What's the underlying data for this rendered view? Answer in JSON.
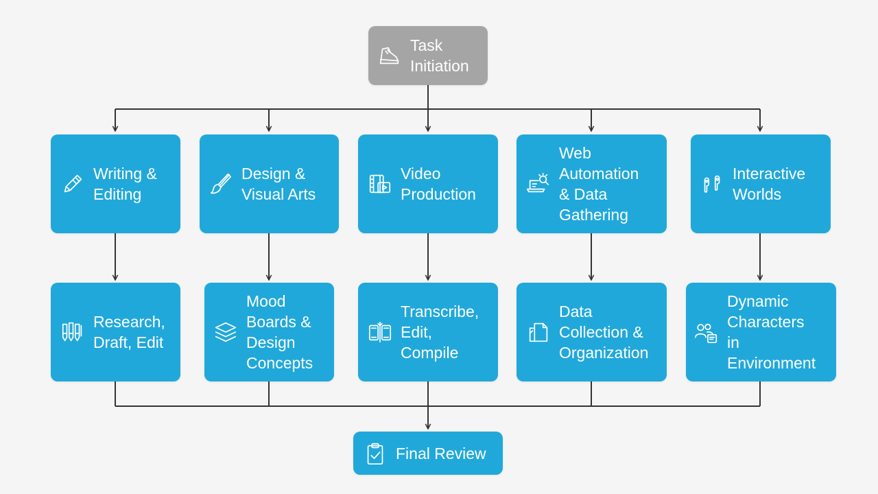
{
  "diagram": {
    "start": {
      "label": "Task\nInitiation",
      "icon": "running-shoe-icon"
    },
    "categories": [
      {
        "label": "Writing &\nEditing",
        "icon": "pencil-icon"
      },
      {
        "label": "Design &\nVisual Arts",
        "icon": "paintbrush-icon"
      },
      {
        "label": "Video\nProduction",
        "icon": "film-play-icon"
      },
      {
        "label": "Web\nAutomation\n& Data\nGathering",
        "icon": "laptop-search-icon"
      },
      {
        "label": "Interactive\nWorlds",
        "icon": "earbuds-icon"
      }
    ],
    "steps": [
      {
        "label": "Research,\nDraft, Edit",
        "icon": "pens-icon"
      },
      {
        "label": "Mood\nBoards &\nDesign\nConcepts",
        "icon": "layers-icon"
      },
      {
        "label": "Transcribe,\nEdit,\nCompile",
        "icon": "film-edit-icon"
      },
      {
        "label": "Data\nCollection &\nOrganization",
        "icon": "documents-icon"
      },
      {
        "label": "Dynamic\nCharacters\nin\nEnvironment",
        "icon": "users-document-icon"
      }
    ],
    "end": {
      "label": "Final Review",
      "icon": "clipboard-check-icon"
    },
    "colors": {
      "node_fill": "#21a8da",
      "start_fill": "#a5a5a5",
      "connector": "#333333",
      "background": "#f5f5f5"
    }
  }
}
